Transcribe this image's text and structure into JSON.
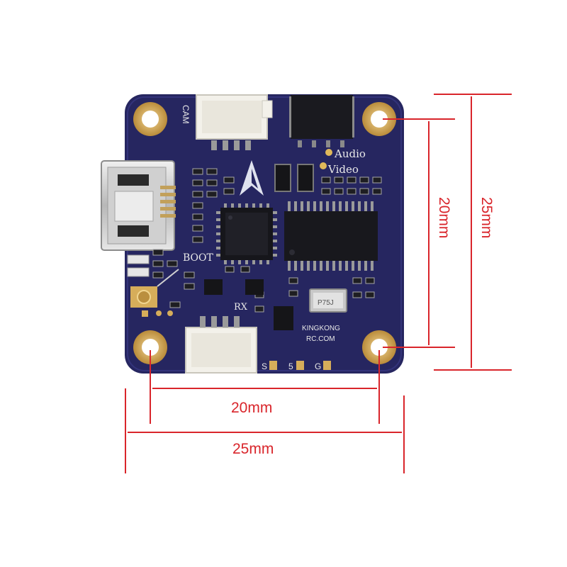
{
  "board": {
    "silkscreen": {
      "cam": "CAM",
      "audio": "Audio",
      "video": "Video",
      "boot": "BOOT",
      "rx": "RX",
      "brand_line1": "KINGKONG",
      "brand_line2": "RC.COM",
      "pad_s": "S",
      "pad_5": "5",
      "pad_g": "G",
      "crystal": "P75J"
    }
  },
  "dimensions": {
    "horizontal_inner": "20mm",
    "horizontal_outer": "25mm",
    "vertical_inner": "20mm",
    "vertical_outer": "25mm"
  },
  "colors": {
    "pcb": "#262660",
    "gold": "#d6ad5a",
    "dimension_line": "#d9252b",
    "silkscreen": "#e8e8e8"
  }
}
